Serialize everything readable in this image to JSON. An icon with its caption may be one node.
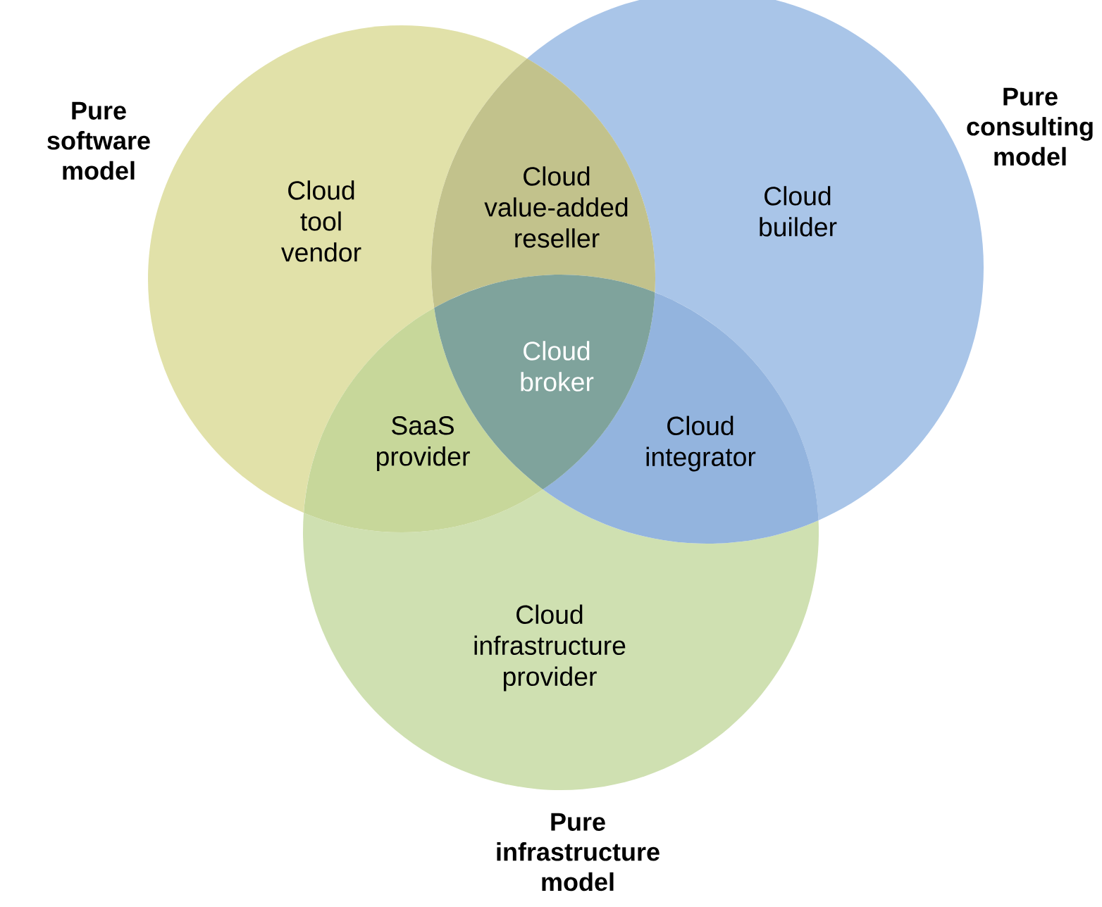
{
  "diagram": {
    "nodes": [
      {
        "text": [
          "Pure software model",
          "Cloud tool vendor"
        ]
      },
      {
        "text": [
          "Pure consulting model",
          "Cloud builder"
        ]
      },
      {
        "text": [
          "Cloud infrastructure provider",
          "Pure infrastructure model"
        ]
      }
    ],
    "labels": [
      "Cloud value-added reseller",
      "Cloud broker",
      "SaaS provider",
      "Cloud integrator"
    ]
  }
}
